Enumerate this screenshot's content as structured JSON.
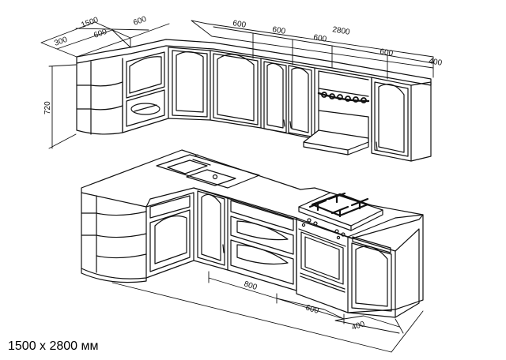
{
  "caption": "1500 x 2800 мм",
  "dimensions": {
    "top_1500": "1500",
    "top_600_a": "600",
    "top_300": "300",
    "top_600_b": "600",
    "top_600_c": "600",
    "top_600_d": "600",
    "top_600_e": "600",
    "top_2800": "2800",
    "top_600_f": "600",
    "top_400": "400",
    "height_720": "720",
    "bottom_800": "800",
    "bottom_600": "600",
    "bottom_400": "400"
  },
  "colors": {
    "line": "#111111",
    "fill": "#ffffff"
  }
}
